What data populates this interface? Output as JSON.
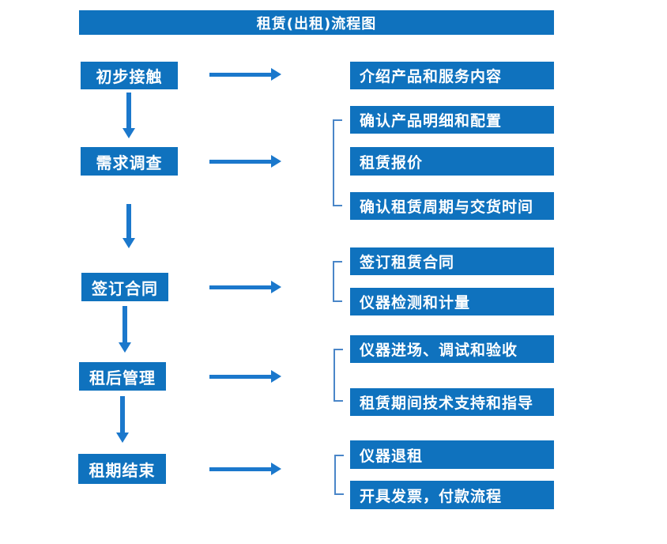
{
  "title": "租赁(出租)流程图",
  "colors": {
    "box_blue": "#0F72BE",
    "arrow_blue": "#1B78CC",
    "bracket_blue": "#4A86C8",
    "text_white": "#FFFFFF",
    "background": "#FFFFFF"
  },
  "icons": {
    "arrow_right": "solid right-pointing arrow (css shaft + triangle)",
    "arrow_down": "solid down-pointing arrow (css shaft + triangle)",
    "bracket": "left square bracket connector (css border)"
  },
  "flow": {
    "steps": [
      {
        "label": "初步接触",
        "details": [
          "介绍产品和服务内容"
        ]
      },
      {
        "label": "需求调查",
        "details": [
          "确认产品明细和配置",
          "租赁报价",
          "确认租赁周期与交货时间"
        ]
      },
      {
        "label": "签订合同",
        "details": [
          "签订租赁合同",
          "仪器检测和计量"
        ]
      },
      {
        "label": "租后管理",
        "details": [
          "仪器进场、调试和验收",
          "租赁期间技术支持和指导"
        ]
      },
      {
        "label": "租期结束",
        "details": [
          "仪器退租",
          "开具发票，付款流程"
        ]
      }
    ]
  }
}
